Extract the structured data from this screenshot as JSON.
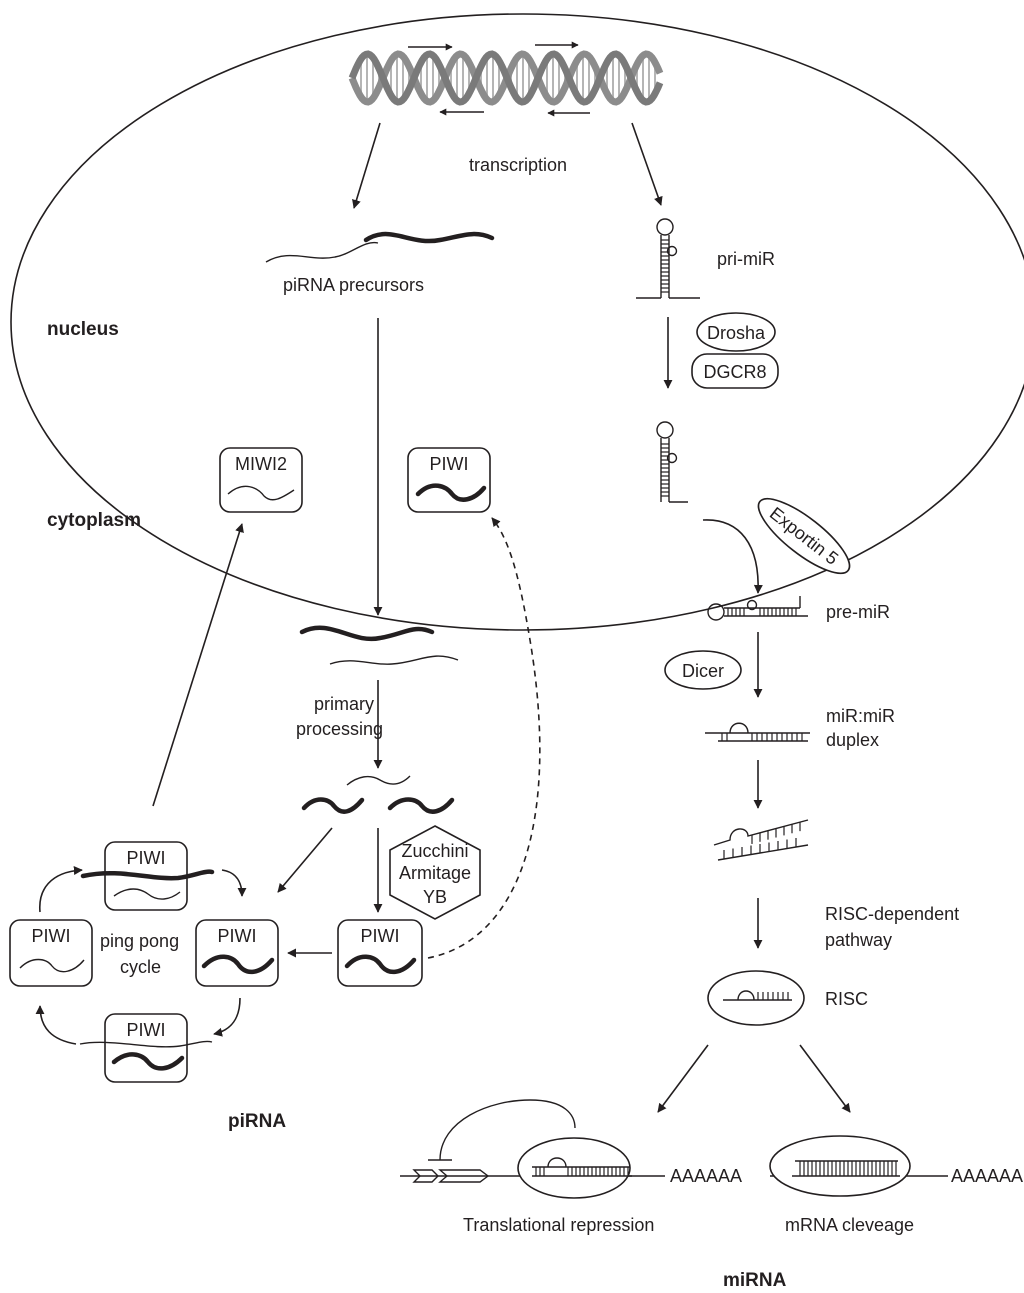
{
  "labels": {
    "transcription": "transcription",
    "pirna_precursors": "piRNA precursors",
    "nucleus": "nucleus",
    "cytoplasm": "cytoplasm",
    "pri_mir": "pri-miR",
    "drosha": "Drosha",
    "dgcr8": "DGCR8",
    "exportin": "Exportin 5",
    "pre_mir": "pre-miR",
    "dicer": "Dicer",
    "duplex_line1": "miR:miR",
    "duplex_line2": "duplex",
    "risc_dep_line1": "RISC-dependent",
    "risc_dep_line2": "pathway",
    "risc": "RISC",
    "polya_1": "AAAAAA",
    "polya_2": "AAAAAA",
    "translational_repression": "Translational repression",
    "mrna_cleavage": "mRNA cleveage",
    "mirna": "miRNA",
    "pirna": "piRNA",
    "miwi2": "MIWI2",
    "piwi": "PIWI",
    "primary_line1": "primary",
    "primary_line2": "processing",
    "zucchini": "Zucchini",
    "armitage": "Armitage",
    "yb": "YB",
    "pingpong_line1": "ping pong",
    "pingpong_line2": "cycle"
  },
  "colors": {
    "ink": "#231f20",
    "dna_strand": "#8c8c8c",
    "dna_rung": "#b5b5b5",
    "background": "#ffffff"
  }
}
